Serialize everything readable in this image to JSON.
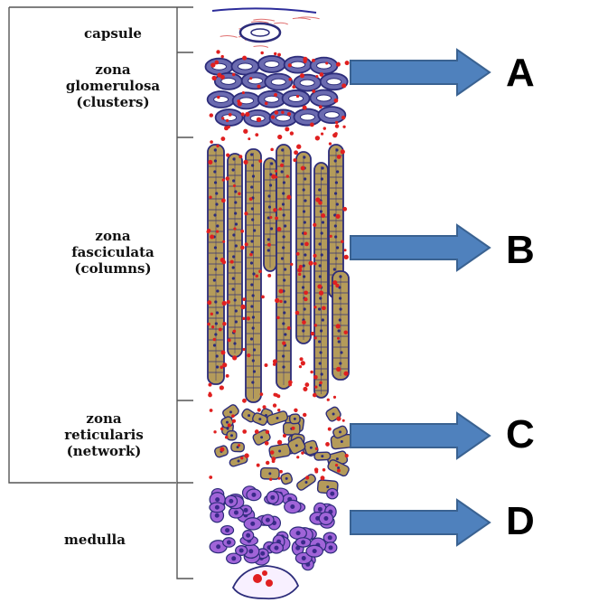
{
  "zones": [
    {
      "id": "capsule",
      "lines": [
        "capsule"
      ]
    },
    {
      "id": "glomerulosa",
      "lines": [
        "zona",
        "glomerulosa",
        "(clusters)"
      ]
    },
    {
      "id": "fasciculata",
      "lines": [
        "zona",
        "fasciculata",
        "(columns)"
      ]
    },
    {
      "id": "reticularis",
      "lines": [
        "zona",
        "reticularis",
        "(network)"
      ]
    },
    {
      "id": "medulla",
      "lines": [
        "medulla"
      ]
    }
  ],
  "arrows": [
    {
      "label": "A",
      "target": "zona glomerulosa"
    },
    {
      "label": "B",
      "target": "zona fasciculata"
    },
    {
      "label": "C",
      "target": "zona reticularis"
    },
    {
      "label": "D",
      "target": "medulla"
    }
  ],
  "colors": {
    "arrow_fill": "#4f81bd",
    "arrow_stroke": "#3a6291",
    "outline": "#2c2c7a",
    "fasciculata_cell": "#b49b5a",
    "glomerulosa_cell": "#6b6bb0",
    "medulla_cell": "#a064d8",
    "blood_dot": "#e02020",
    "capsule_line": "#e07070"
  }
}
